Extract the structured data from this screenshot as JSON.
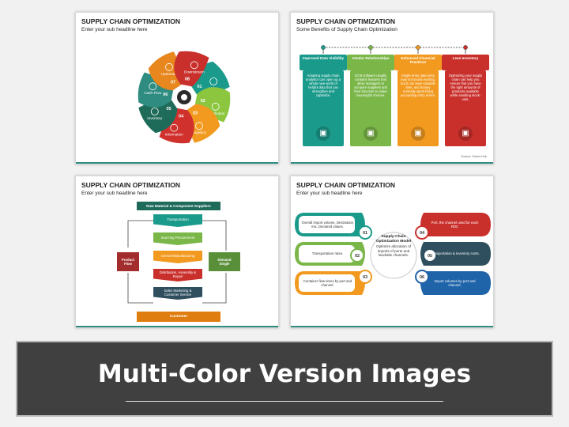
{
  "slide1": {
    "title": "SUPPLY CHAIN OPTIMIZATION",
    "subtitle": "Enter your sub headline here",
    "segments": [
      {
        "num": "01",
        "label": "Value",
        "color": "#1a9a8a"
      },
      {
        "num": "02",
        "label": "Distribution",
        "color": "#8cc63f"
      },
      {
        "num": "03",
        "label": "Logistics",
        "color": "#f29a1f"
      },
      {
        "num": "04",
        "label": "Information",
        "color": "#d0312d"
      },
      {
        "num": "05",
        "label": "Inventory",
        "color": "#1f6b5a"
      },
      {
        "num": "06",
        "label": "Cash-Flow",
        "color": "#2f8c80"
      },
      {
        "num": "07",
        "label": "Upstream",
        "color": "#e8871e"
      },
      {
        "num": "08",
        "label": "Downstream",
        "color": "#c9302c"
      }
    ]
  },
  "slide2": {
    "title": "SUPPLY CHAIN OPTIMIZATION",
    "subtitle": "Some Benefits of Supply Chain Optimization",
    "cards": [
      {
        "title": "Improved Data Visibility",
        "body": "Adopting supply chain analytics can open up a whole new world of helpful data that can strengthen and capitalize.",
        "color": "#1a9a8a",
        "icon": "chart-icon"
      },
      {
        "title": "Vendor Relationships",
        "body": "SCM software usually contains features that allow managers to compare suppliers and their structure to make meaningful choices.",
        "color": "#7ab648",
        "icon": "document-icon"
      },
      {
        "title": "Enhanced Financial Practices",
        "body": "Single-entry data entry may not sound exciting, but it can save valuable time, and money normally spent fixing accounting entry errors.",
        "color": "#f29a1f",
        "icon": "ledger-icon"
      },
      {
        "title": "Lean Inventory",
        "body": "Optimizing your supply chain can help you ensure that you have the right amounts of products available while avoiding stock-outs.",
        "color": "#c9302c",
        "icon": "boxes-icon"
      }
    ],
    "source": "Source: Select Hub"
  },
  "slide3": {
    "title": "SUPPLY CHAIN OPTIMIZATION",
    "subtitle": "Enter your sub headline here",
    "top": "Raw Material & Component Suppliers",
    "steps": [
      {
        "label": "Transportation",
        "color": "#1a9a8a"
      },
      {
        "label": "Sourcing Procurement",
        "color": "#7ab648"
      },
      {
        "label": "Central Manufacturing",
        "color": "#f29a1f"
      },
      {
        "label": "Distribution, Assembly & Repair",
        "color": "#c9302c"
      },
      {
        "label": "Sales Marketing & Customer Service",
        "color": "#2f4f5f"
      }
    ],
    "left": "Product Flow",
    "right": "Demand Single",
    "bottom": "Customer"
  },
  "slide4": {
    "title": "SUPPLY CHAIN OPTIMIZATION",
    "subtitle": "Enter your sub headline here",
    "center_title": "Supply-Chain Optimization Model",
    "center_body": "Optimize allocation of imports of ports and landside channels.",
    "items": [
      {
        "num": "01",
        "text": "Overall import volume, Destination mix, Declared values.",
        "color": "#1a9a8a"
      },
      {
        "num": "02",
        "text": "Transportation rates.",
        "color": "#7ab648"
      },
      {
        "num": "03",
        "text": "Container flow times by port and channel.",
        "color": "#f29a1f"
      },
      {
        "num": "04",
        "text": "Port, the channel used for each RDC",
        "color": "#c9302c"
      },
      {
        "num": "05",
        "text": "Transportation & inventory costs.",
        "color": "#2f4f5f"
      },
      {
        "num": "06",
        "text": "Import volumes by port and channel.",
        "color": "#1f63a8"
      }
    ]
  },
  "banner": {
    "title": "Multi-Color Version Images"
  }
}
